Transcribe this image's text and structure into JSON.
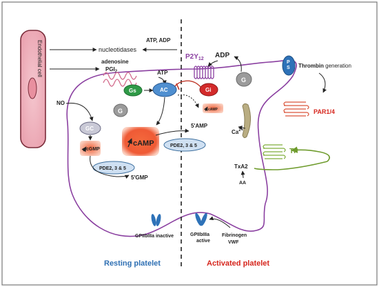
{
  "endothelial_cell": "Endothelial cell",
  "nucleotidases": "nucleotidases",
  "atp_adp": "ATP, ADP",
  "adenosine": "adenosine",
  "pgi2": "PGI",
  "pgi2_sub": "2",
  "atp_label": "ATP",
  "gs": "Gs",
  "ac": "AC",
  "no": "NO",
  "g_inner": "G",
  "gc": "GC",
  "cgmp": "cGMP",
  "camp": "cAMP",
  "camp_small": "cAMP",
  "pde2_left": "PDE2, 3 & 5",
  "gmp": "5'GMP",
  "pde2_center": "PDE2, 3 & 5",
  "amp": "5'AMP",
  "p2y": "P2Y",
  "p2y_sub": "12",
  "adp": "ADP",
  "gi": "Gi",
  "g_right": "G",
  "ps": "P\nS",
  "thrombin": "Thrombin",
  "generation": " generation",
  "par": "PAR1/4",
  "ca": "Ca",
  "ca_sup": "2+",
  "tp": "TP",
  "txa2": "TxA2",
  "aa": "AA",
  "gp_inactive": "GPIIbIIIa inactive",
  "gp_active_1": "GPIIbIIIa",
  "gp_active_2": "active",
  "fibrinogen": "Fibrinogen",
  "vwf": "VWF",
  "resting": "Resting platelet",
  "activated": "Activated platelet",
  "colors": {
    "membrane": "#8a3fa0",
    "resting": "#2e6fb3",
    "activated": "#d6261d",
    "gs": "#2f9a47",
    "ac": "#4f8fd0",
    "gi": "#d32a2a",
    "camp": "#ef5a35",
    "tp": "#7fae3a",
    "par": "#d9543a"
  }
}
